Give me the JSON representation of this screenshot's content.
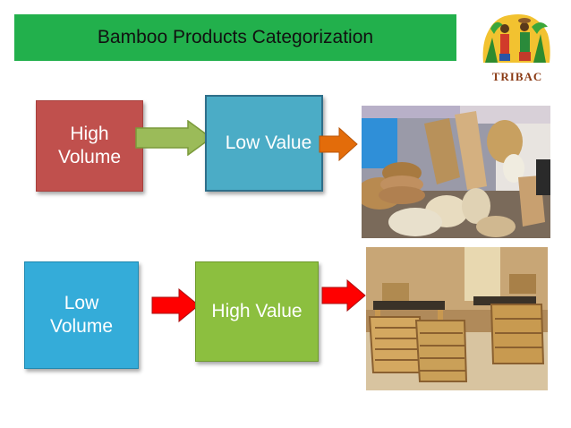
{
  "title": "Bamboo Products Categorization",
  "logo": {
    "text": "TRIBAC"
  },
  "row1": {
    "source": "High\nVolume",
    "target": "Low Value"
  },
  "row2": {
    "source": "Low\nVolume",
    "target": "High Value"
  },
  "colors": {
    "title_bar": "#22b04c",
    "high_volume_box": "#c0504d",
    "low_value_box": "#4bacc6",
    "low_volume_box": "#34acd9",
    "high_value_box": "#8cbf3f",
    "arrow_green": "#9bbb59",
    "arrow_orange": "#e36c0a",
    "arrow_red": "#ff0000"
  }
}
